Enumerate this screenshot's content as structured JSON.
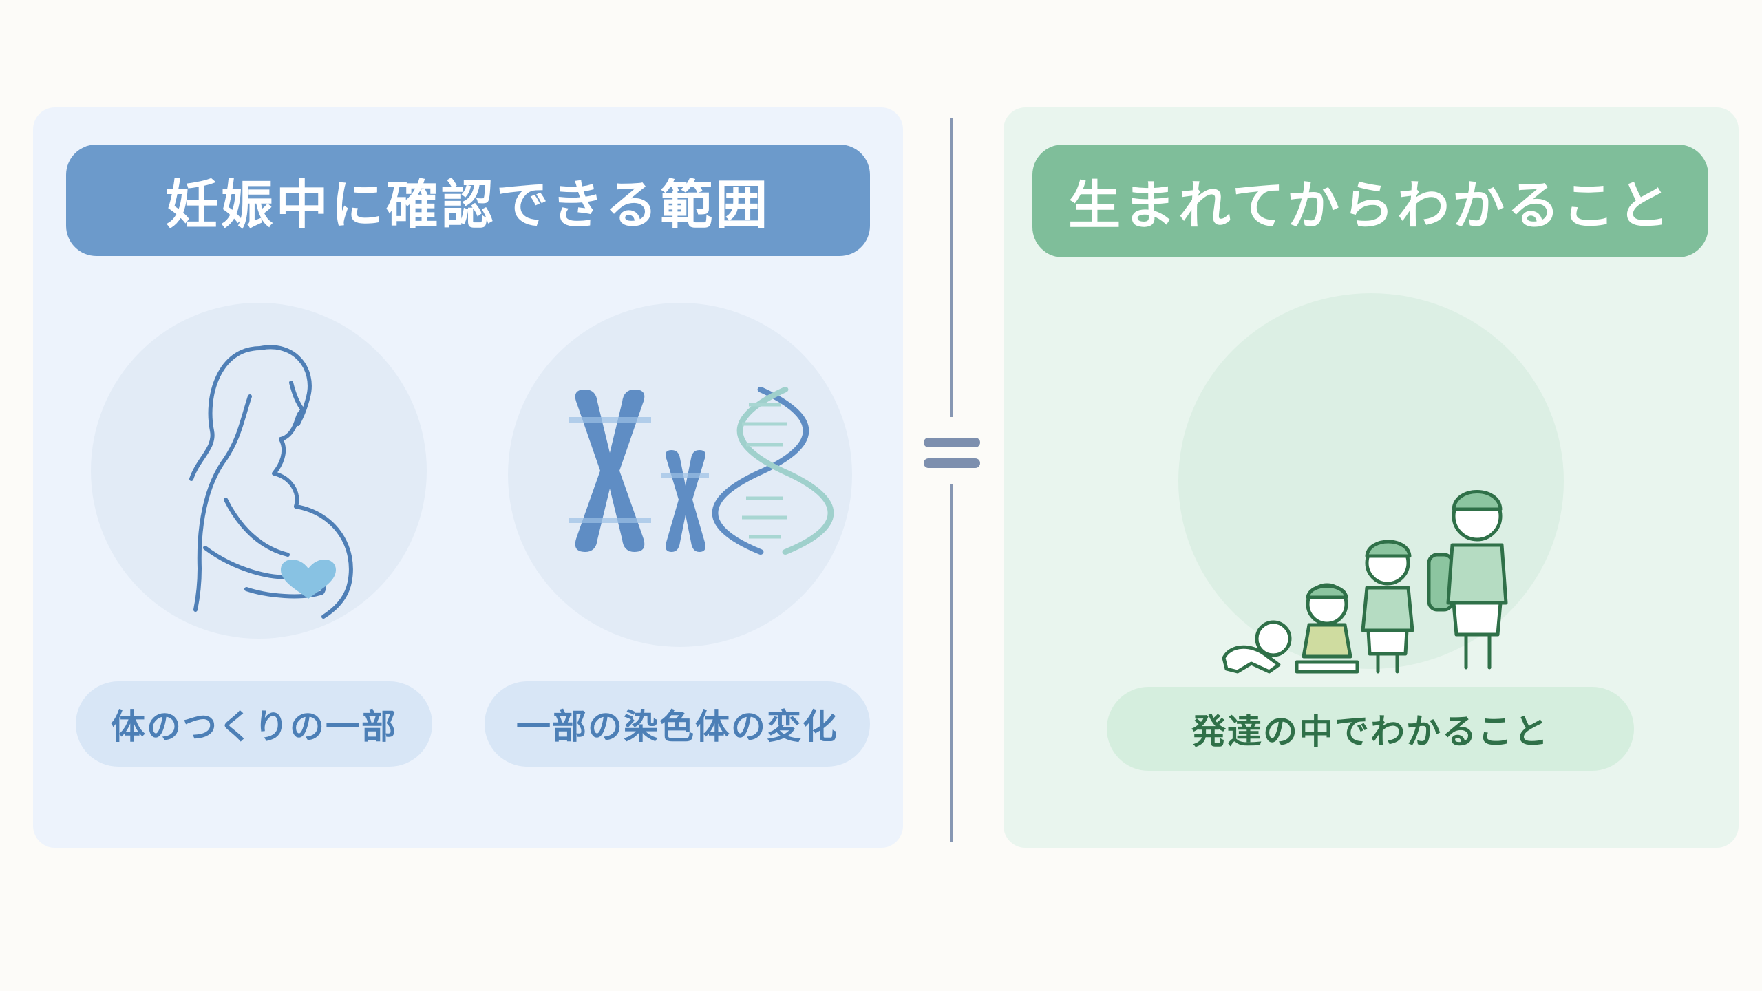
{
  "left_panel": {
    "title": "妊娠中に確認できる範囲",
    "items": [
      {
        "label": "体のつくりの一部",
        "icon": "pregnant-woman-icon"
      },
      {
        "label": "一部の染色体の変化",
        "icon": "chromosome-dna-icon"
      }
    ],
    "accent_color": "#6c9acb"
  },
  "right_panel": {
    "title": "生まれてからわかること",
    "items": [
      {
        "label": "発達の中でわかること",
        "icon": "child-growth-icon"
      }
    ],
    "accent_color": "#7fbe9a"
  },
  "separator": {
    "icon": "equals-icon"
  }
}
